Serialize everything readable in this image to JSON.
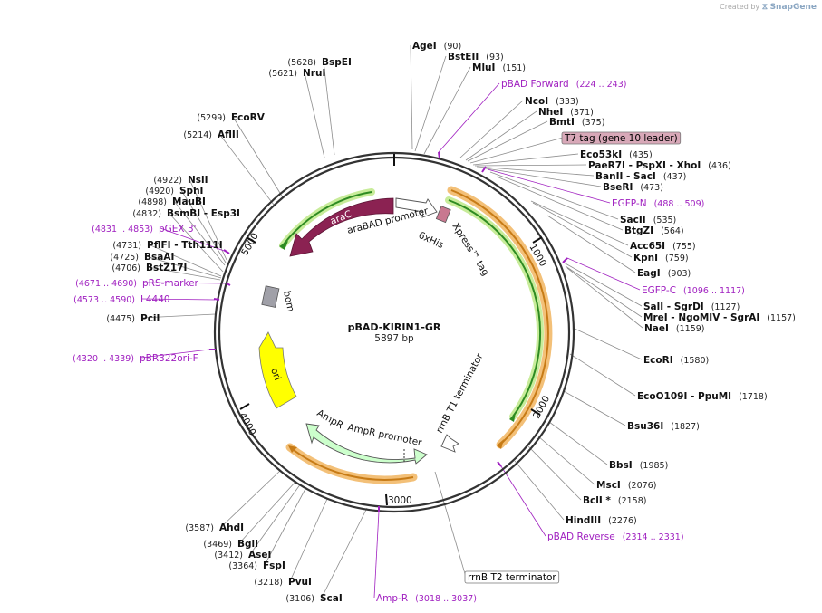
{
  "watermark": {
    "prefix": "Created by",
    "brand": "SnapGene"
  },
  "plasmid": {
    "name": "pBAD-KIRIN1-GR",
    "length": "5897 bp"
  },
  "colors": {
    "backbone": "#333333",
    "enzyme_text": "#111111",
    "primer_text": "#a020c0",
    "araC": "#8b2252",
    "promoter": "#ffffff",
    "ori": "#ffff00",
    "bom": "#a0a0a8",
    "ampR": "#ccffcc",
    "tag_box": "#d8a8b8",
    "orange_band": "#f3c078",
    "green_band": "#c8ec9a",
    "green_arrow": "#2e8b22",
    "orange_arrow": "#c77b16"
  },
  "ticks": [
    "1000",
    "2000",
    "3000",
    "4000",
    "5000"
  ],
  "features_ring": [
    "araC",
    "araBAD promoter",
    "6xHis",
    "Xpress™ tag",
    "bom",
    "ori",
    "AmpR",
    "AmpR promoter",
    "rrnB T1 terminator"
  ],
  "right_labels": [
    {
      "name": "AgeI",
      "pos": "(90)"
    },
    {
      "name": "BstEII",
      "pos": "(93)"
    },
    {
      "name": "MluI",
      "pos": "(151)"
    },
    {
      "name": "pBAD Forward",
      "pos": "(224 .. 243)",
      "kind": "primer"
    },
    {
      "name": "NcoI",
      "pos": "(333)"
    },
    {
      "name": "NheI",
      "pos": "(371)"
    },
    {
      "name": "BmtI",
      "pos": "(375)"
    },
    {
      "name": "T7 tag (gene 10 leader)",
      "pos": "",
      "kind": "boxed"
    },
    {
      "name": "Eco53kI",
      "pos": "(435)"
    },
    {
      "name": "PaeR7I - PspXI - XhoI",
      "pos": "(436)"
    },
    {
      "name": "BanII - SacI",
      "pos": "(437)"
    },
    {
      "name": "BseRI",
      "pos": "(473)"
    },
    {
      "name": "EGFP-N",
      "pos": "(488 .. 509)",
      "kind": "primer"
    },
    {
      "name": "SacII",
      "pos": "(535)"
    },
    {
      "name": "BtgZI",
      "pos": "(564)"
    },
    {
      "name": "Acc65I",
      "pos": "(755)"
    },
    {
      "name": "KpnI",
      "pos": "(759)"
    },
    {
      "name": "EagI",
      "pos": "(903)"
    },
    {
      "name": "EGFP-C",
      "pos": "(1096 .. 1117)",
      "kind": "primer"
    },
    {
      "name": "SalI - SgrDI",
      "pos": "(1127)"
    },
    {
      "name": "MreI - NgoMIV - SgrAI",
      "pos": "(1157)"
    },
    {
      "name": "NaeI",
      "pos": "(1159)"
    },
    {
      "name": "EcoRI",
      "pos": "(1580)"
    },
    {
      "name": "EcoO109I - PpuMI",
      "pos": "(1718)"
    },
    {
      "name": "Bsu36I",
      "pos": "(1827)"
    },
    {
      "name": "BbsI",
      "pos": "(1985)"
    },
    {
      "name": "MscI",
      "pos": "(2076)"
    },
    {
      "name": "BclI *",
      "pos": "(2158)"
    },
    {
      "name": "HindIII",
      "pos": "(2276)"
    },
    {
      "name": "pBAD Reverse",
      "pos": "(2314 .. 2331)",
      "kind": "primer"
    },
    {
      "name": "rrnB T2 terminator",
      "pos": "",
      "kind": "boxed-white"
    },
    {
      "name": "Amp-R",
      "pos": "(3018 .. 3037)",
      "kind": "primer"
    }
  ],
  "left_labels": [
    {
      "name": "BspEI",
      "pos": "(5628)"
    },
    {
      "name": "NruI",
      "pos": "(5621)"
    },
    {
      "name": "EcoRV",
      "pos": "(5299)"
    },
    {
      "name": "AflII",
      "pos": "(5214)"
    },
    {
      "name": "NsiI",
      "pos": "(4922)"
    },
    {
      "name": "SphI",
      "pos": "(4920)"
    },
    {
      "name": "MauBI",
      "pos": "(4898)"
    },
    {
      "name": "BsmBI - Esp3I",
      "pos": "(4832)"
    },
    {
      "name": "pGEX 3'",
      "pos": "(4831 .. 4853)",
      "kind": "primer"
    },
    {
      "name": "PflFI - Tth111I",
      "pos": "(4731)"
    },
    {
      "name": "BsaAI",
      "pos": "(4725)"
    },
    {
      "name": "BstZ17I",
      "pos": "(4706)"
    },
    {
      "name": "pRS-marker",
      "pos": "(4671 .. 4690)",
      "kind": "primer"
    },
    {
      "name": "L4440",
      "pos": "(4573 .. 4590)",
      "kind": "primer"
    },
    {
      "name": "PciI",
      "pos": "(4475)"
    },
    {
      "name": "pBR322ori-F",
      "pos": "(4320 .. 4339)",
      "kind": "primer"
    },
    {
      "name": "AhdI",
      "pos": "(3587)"
    },
    {
      "name": "BglI",
      "pos": "(3469)"
    },
    {
      "name": "AseI",
      "pos": "(3412)"
    },
    {
      "name": "FspI",
      "pos": "(3364)"
    },
    {
      "name": "PvuI",
      "pos": "(3218)"
    },
    {
      "name": "ScaI",
      "pos": "(3106)"
    }
  ]
}
